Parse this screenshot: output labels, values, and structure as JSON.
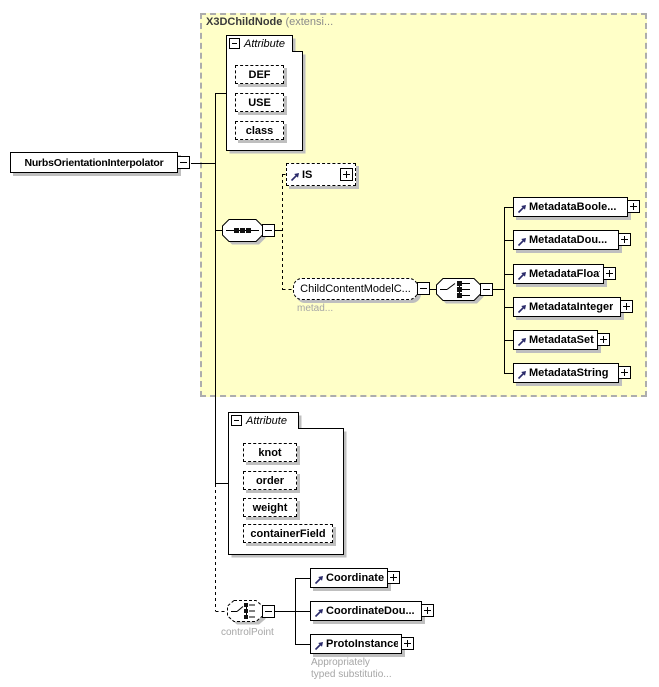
{
  "colors": {
    "region_bg": "#FFFFC8",
    "region_border": "#ADADAD",
    "box_shadow": "#BFBFBF",
    "muted_text": "#A6A6A6",
    "header_name_text": "#3A3A3A",
    "header_suffix_text": "#8A8A8A"
  },
  "root_element": {
    "label": "NurbsOrientationInterpolator"
  },
  "base_region": {
    "name": "X3DChildNode",
    "suffix": " (extensi..."
  },
  "attribute_group_top": {
    "header": "Attribute",
    "items": [
      {
        "label": "DEF"
      },
      {
        "label": "USE"
      },
      {
        "label": "class"
      }
    ]
  },
  "is_element": {
    "label": "IS"
  },
  "child_content_model": {
    "label": "ChildContentModelC...",
    "annotation": "metad..."
  },
  "metadata_elements": [
    {
      "label": "MetadataBoole..."
    },
    {
      "label": "MetadataDou..."
    },
    {
      "label": "MetadataFloat"
    },
    {
      "label": "MetadataInteger"
    },
    {
      "label": "MetadataSet"
    },
    {
      "label": "MetadataString"
    }
  ],
  "attribute_group_bottom": {
    "header": "Attribute",
    "items": [
      {
        "label": "knot"
      },
      {
        "label": "order"
      },
      {
        "label": "weight"
      },
      {
        "label": "containerField"
      }
    ]
  },
  "control_point": {
    "label": "controlPoint",
    "annotation": [
      "Appropriately",
      "typed substitutio..."
    ],
    "children": [
      {
        "label": "Coordinate"
      },
      {
        "label": "CoordinateDou..."
      },
      {
        "label": "ProtoInstance"
      }
    ]
  }
}
